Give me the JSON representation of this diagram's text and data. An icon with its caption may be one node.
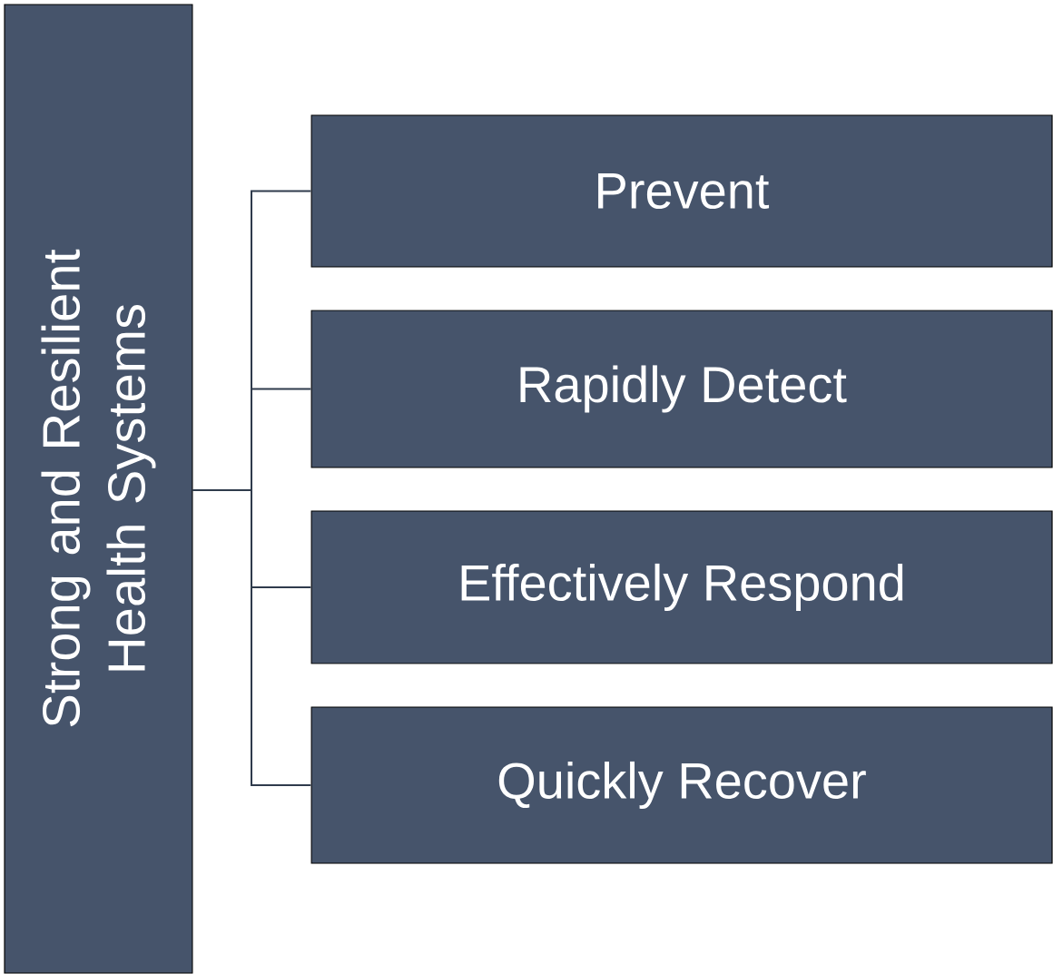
{
  "diagram": {
    "nodes": [
      {
        "text": [
          "Strong and Resilient Health Systems"
        ]
      },
      {
        "text": [
          "Prevent"
        ]
      },
      {
        "text": [
          "Rapidly Detect"
        ]
      },
      {
        "text": [
          "Effectively Respond"
        ]
      },
      {
        "text": [
          "Quickly Recover"
        ]
      }
    ],
    "edges": [
      {
        "from": 0,
        "to": 1,
        "arrow": "none"
      },
      {
        "from": 0,
        "to": 2,
        "arrow": "none"
      },
      {
        "from": 0,
        "to": 3,
        "arrow": "none"
      },
      {
        "from": 0,
        "to": 4,
        "arrow": "none"
      }
    ]
  }
}
